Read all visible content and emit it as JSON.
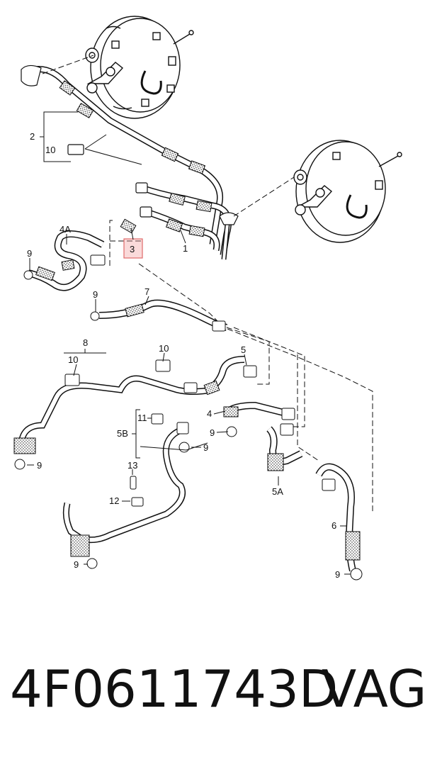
{
  "diagram": {
    "labels": {
      "l1": "1",
      "l2": "2",
      "l3": "3",
      "l4": "4",
      "l4a": "4A",
      "l5": "5",
      "l5a": "5A",
      "l5b": "5B",
      "l6": "6",
      "l7": "7",
      "l8": "8",
      "l9a": "9",
      "l9b": "9",
      "l9c": "9",
      "l9d": "9",
      "l9e": "9",
      "l9f": "9",
      "l9g": "9",
      "l10a": "10",
      "l10b": "10",
      "l10c": "10",
      "l11": "11",
      "l12": "12",
      "l13": "13"
    },
    "highlight_color": "#e06a6a"
  },
  "caption": {
    "part_number": "4F0611743D",
    "brand": "VAG"
  }
}
